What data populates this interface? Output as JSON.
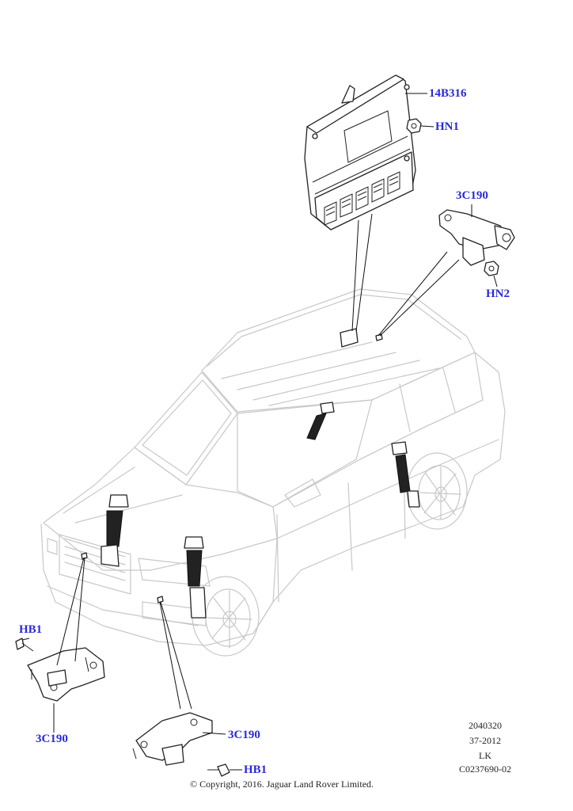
{
  "callouts": {
    "module": "14B316",
    "nut_top": "HN1",
    "sensor_rear": "3C190",
    "nut_rear": "HN2",
    "bolt_left": "HB1",
    "sensor_front_left": "3C190",
    "sensor_front_right": "3C190",
    "bolt_right": "HB1"
  },
  "reference": {
    "line1": "2040320",
    "line2": "37-2012",
    "line3": "LK",
    "line4": "C0237690-02"
  },
  "copyright": "© Copyright, 2016. Jaguar Land Rover Limited.",
  "colors": {
    "callout": "#2a2ad8",
    "car_outline": "#c8c8c8",
    "part_outline": "#222222"
  }
}
